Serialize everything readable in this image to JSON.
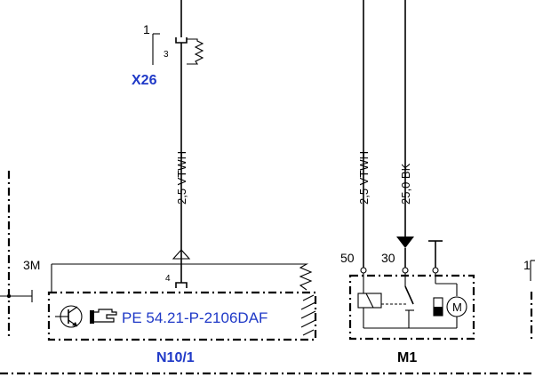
{
  "colors": {
    "wire": "#000000",
    "label_blue": "#1f39c7",
    "background": "#ffffff"
  },
  "connector": {
    "name": "X26",
    "pin_top": "1",
    "pin_inner": "3"
  },
  "wires": {
    "left": "2,5 VTWH",
    "m1_terminal_50": "2,5 VTWH",
    "m1_terminal_30": "25,0 BK"
  },
  "module": {
    "name": "N10/1",
    "signal": "3M",
    "pin": "4",
    "reference": "PE 54.21-P-2106DAF",
    "icons": [
      "transistor-icon",
      "pointing-hand-icon"
    ]
  },
  "motor": {
    "name": "M1",
    "terminal_50": "50",
    "terminal_30": "30",
    "motor_symbol": "M"
  },
  "right_edge_pin": "1"
}
